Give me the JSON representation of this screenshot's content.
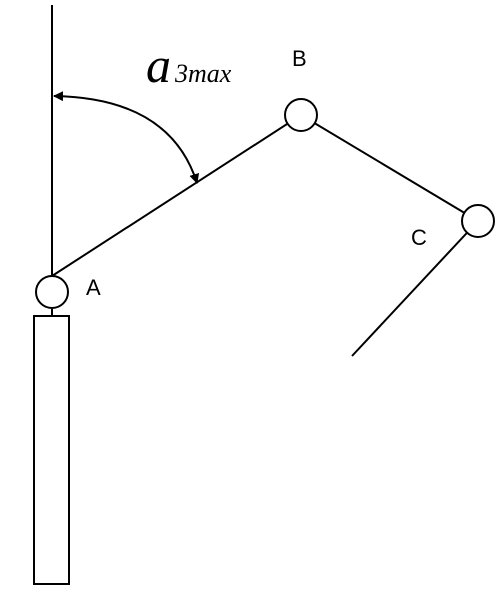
{
  "angle_label": {
    "symbol": "a",
    "subscript": "3max"
  },
  "joints": {
    "a": "A",
    "b": "B",
    "c": "C"
  },
  "colors": {
    "stroke": "#000000",
    "background": "#ffffff"
  }
}
